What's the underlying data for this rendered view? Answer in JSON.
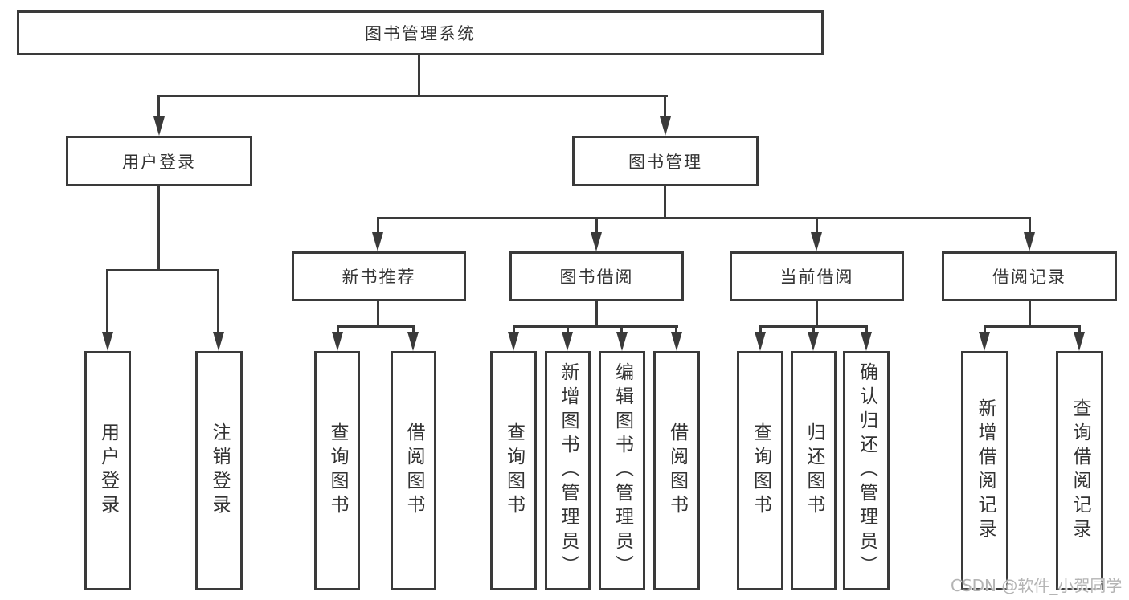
{
  "tree": {
    "root": {
      "label": "图书管理系统"
    },
    "branches": [
      {
        "label": "用户登录",
        "children": [
          {
            "label": "用户登录"
          },
          {
            "label": "注销登录"
          }
        ]
      },
      {
        "label": "图书管理",
        "groups": [
          {
            "label": "新书推荐",
            "children": [
              {
                "label": "查询图书"
              },
              {
                "label": "借阅图书"
              }
            ]
          },
          {
            "label": "图书借阅",
            "children": [
              {
                "label": "查询图书"
              },
              {
                "label": "新增图书（管理员）"
              },
              {
                "label": "编辑图书（管理员）"
              },
              {
                "label": "借阅图书"
              }
            ]
          },
          {
            "label": "当前借阅",
            "children": [
              {
                "label": "查询图书"
              },
              {
                "label": "归还图书"
              },
              {
                "label": "确认归还（管理员）"
              }
            ]
          },
          {
            "label": "借阅记录",
            "children": [
              {
                "label": "新增借阅记录"
              },
              {
                "label": "查询借阅记录"
              }
            ]
          }
        ]
      }
    ]
  },
  "watermark": "CSDN @软件_小贺同学",
  "colors": {
    "line": "#3a3a3a",
    "text": "#333333",
    "background": "#ffffff",
    "watermark": "#b4b4b4"
  }
}
